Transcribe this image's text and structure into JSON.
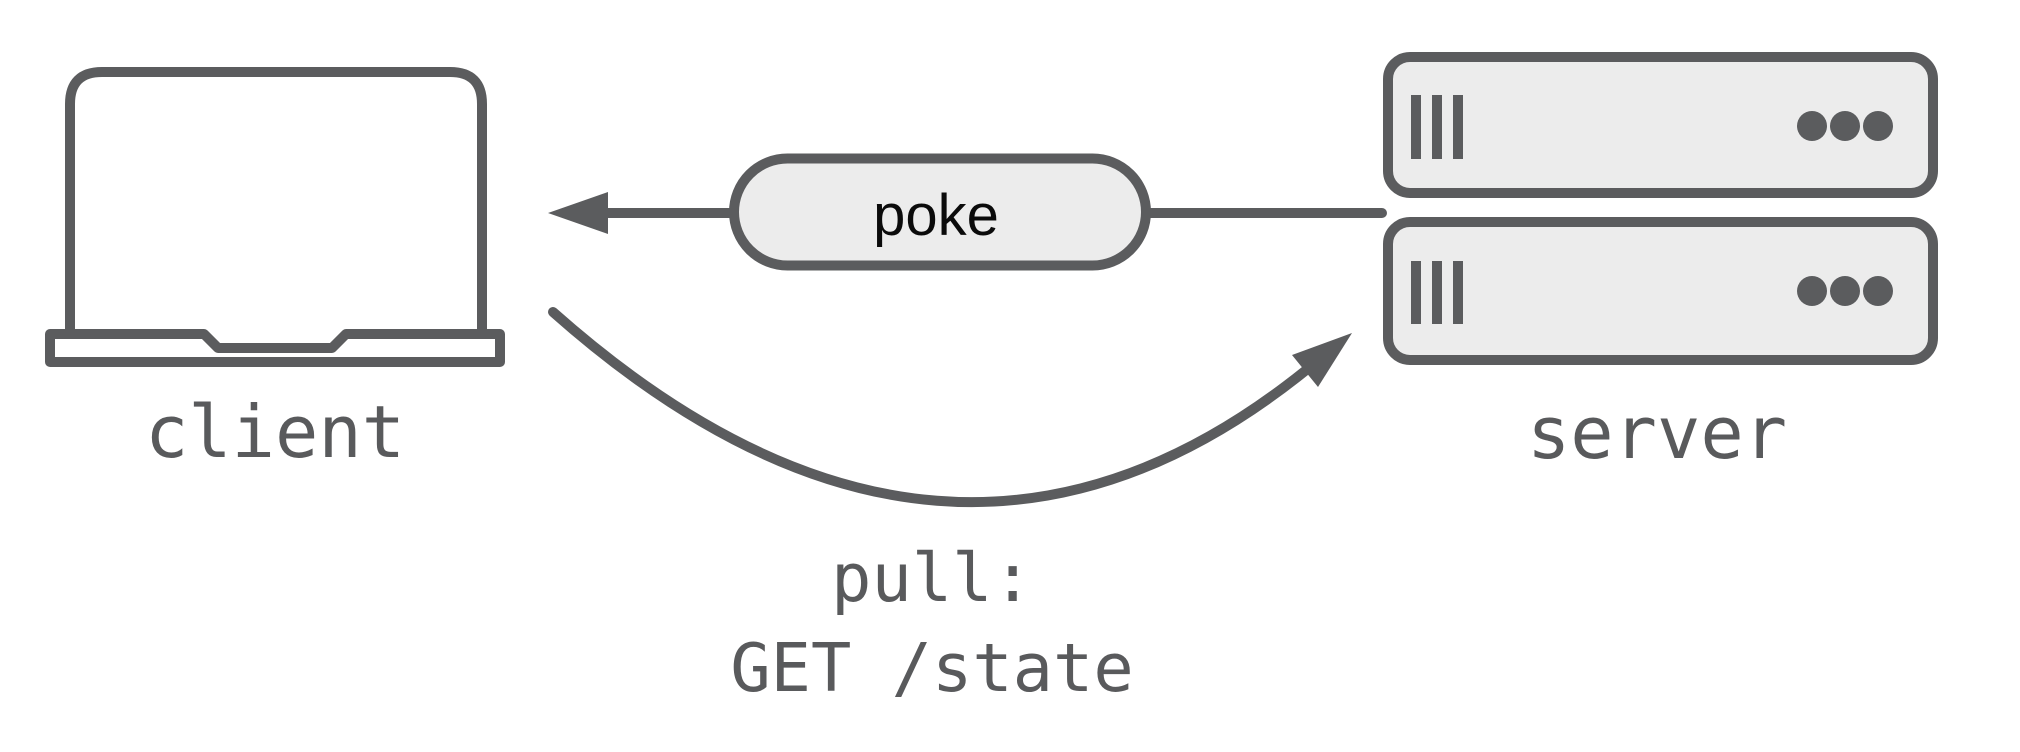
{
  "diagram": {
    "nodes": [
      {
        "id": "client",
        "label": "client",
        "icon": "laptop-icon"
      },
      {
        "id": "server",
        "label": "server",
        "icon": "server-rack-icon"
      }
    ],
    "edges": [
      {
        "id": "poke",
        "label": "poke",
        "from": "server",
        "to": "client",
        "style": "straight-arrow-left"
      },
      {
        "id": "pull",
        "label_lines": [
          "pull:",
          "GET /state"
        ],
        "from": "client",
        "to": "server",
        "style": "curved-arrow-right"
      }
    ],
    "colors": {
      "stroke": "#5b5c5e",
      "node_fill": "#ececec",
      "label_text": "#595a5c",
      "edge_label_text": "#0b0b0b",
      "background": "#ffffff"
    }
  }
}
